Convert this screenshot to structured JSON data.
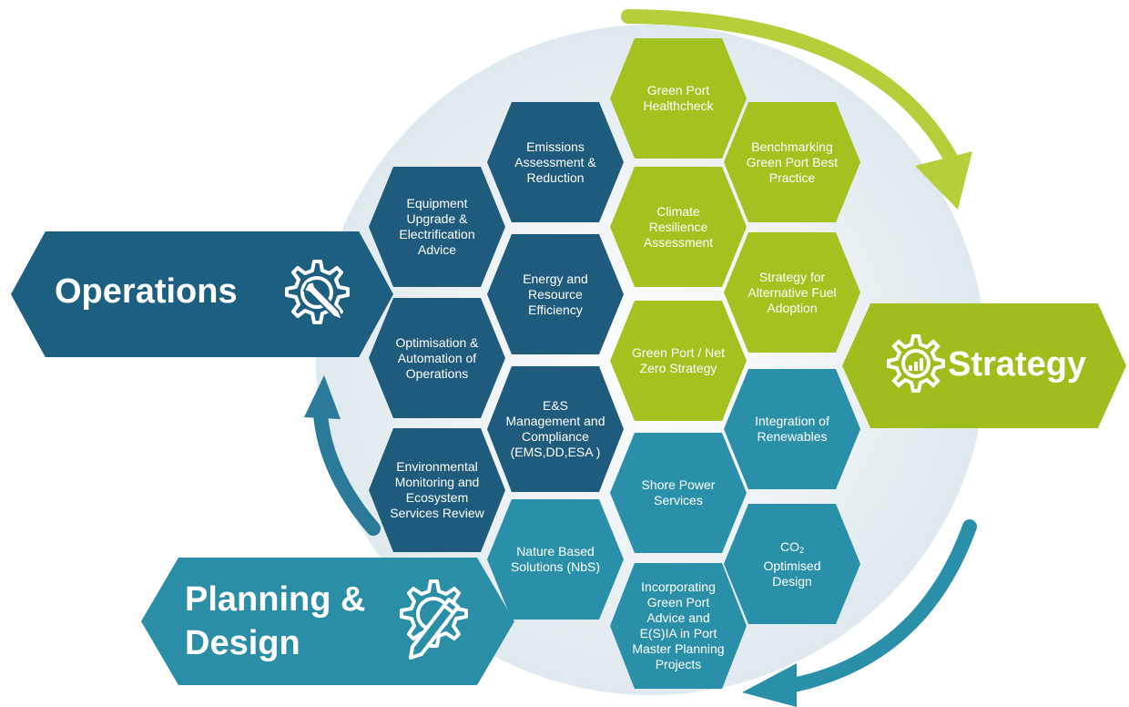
{
  "colors": {
    "operations": "#1f5b7d",
    "strategy": "#a3c11f",
    "planning": "#2a8fa9",
    "background_circle": "#e6eef2"
  },
  "tabs": {
    "operations": {
      "label": "Operations",
      "icon": "gear-wrench-icon"
    },
    "strategy": {
      "label": "Strategy",
      "icon": "gear-chart-icon"
    },
    "planning": {
      "label_line1": "Planning &",
      "label_line2": "Design",
      "icon": "gear-pencil-icon"
    }
  },
  "hexes": {
    "green_port_healthcheck": "Green Port Healthcheck",
    "emissions": "Emissions Assessment & Reduction",
    "benchmarking": "Benchmarking Green Port Best Practice",
    "equipment_upgrade": "Equipment Upgrade & Electrification Advice",
    "climate_resilience": "Climate Resilience Assessment",
    "energy_resource": "Energy and Resource Efficiency",
    "alt_fuel": "Strategy for Alternative Fuel Adoption",
    "optimisation": "Optimisation & Automation of Operations",
    "net_zero": "Green Port / Net Zero Strategy",
    "es_management": "E&S Management and Compliance (EMS,DD,ESA )",
    "renewables": "Integration of Renewables",
    "environmental_monitoring": "Environmental Monitoring and Ecosystem Services Review",
    "shore_power": "Shore Power Services",
    "nature_based": "Nature Based Solutions (NbS)",
    "co2_main": "CO",
    "co2_sub": "2",
    "co2_rest": "Optimised Design",
    "incorporating": "Incorporating Green Port Advice and E(S)IA in Port Master Planning Projects"
  }
}
